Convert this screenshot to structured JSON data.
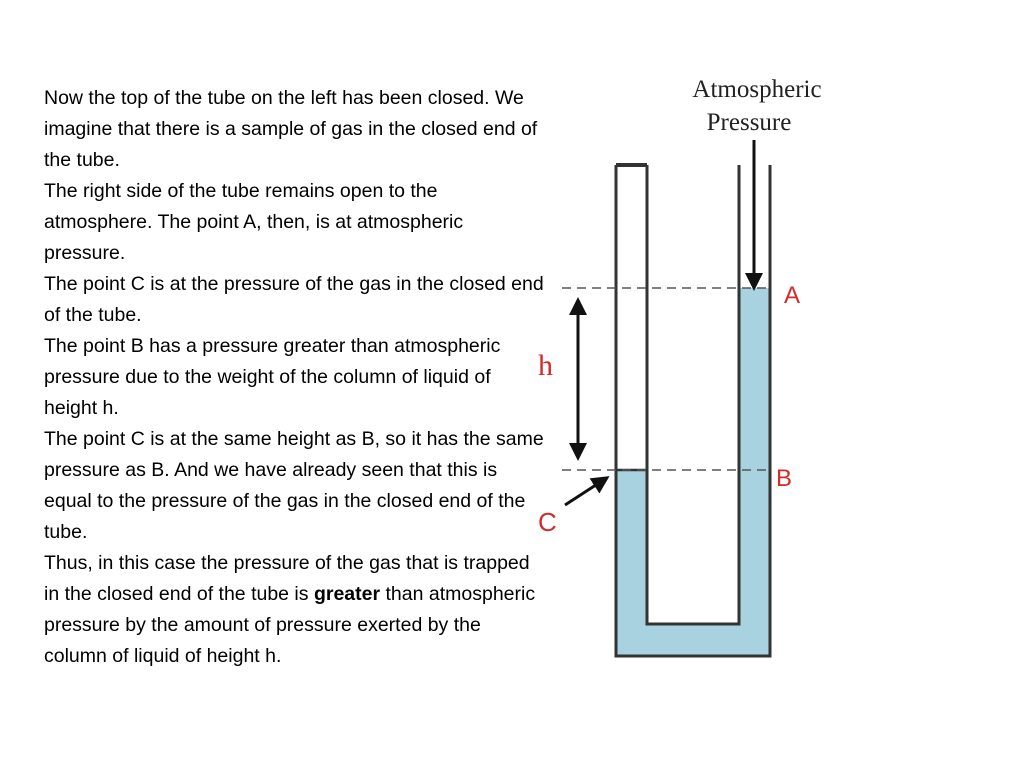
{
  "text": {
    "p1": "Now the top of the tube on the left has been closed. We imagine that there is a sample of gas in the closed end of the tube.",
    "p2": "The right side of the tube remains open to the atmosphere. The point A, then, is at atmospheric pressure.",
    "p3": "The point C is at the pressure of the gas in the closed end of the tube.",
    "p4": "The point B has a pressure greater than atmospheric pressure due to the weight of the column of liquid of height h.",
    "p5": "The point C is at the same height as B, so it has the same pressure as B. And we have already seen that this is equal to the pressure of the gas in the closed end of the tube.",
    "p6_before": "Thus, in this case the pressure of the gas that is trapped in the closed end of the tube is",
    "p6_bold": "greater",
    "p6_after": "than atmospheric pressure by the amount of pressure exerted by the column of liquid of height h."
  },
  "diagram": {
    "title_line1": "Atmospheric",
    "title_line2": "Pressure",
    "label_a": "A",
    "label_b": "B",
    "label_c": "C",
    "label_h": "h",
    "colors": {
      "liquid": "#a9d2e0",
      "tube": "#333333",
      "dashed": "#555555",
      "label_red": "#d42a2a"
    }
  }
}
